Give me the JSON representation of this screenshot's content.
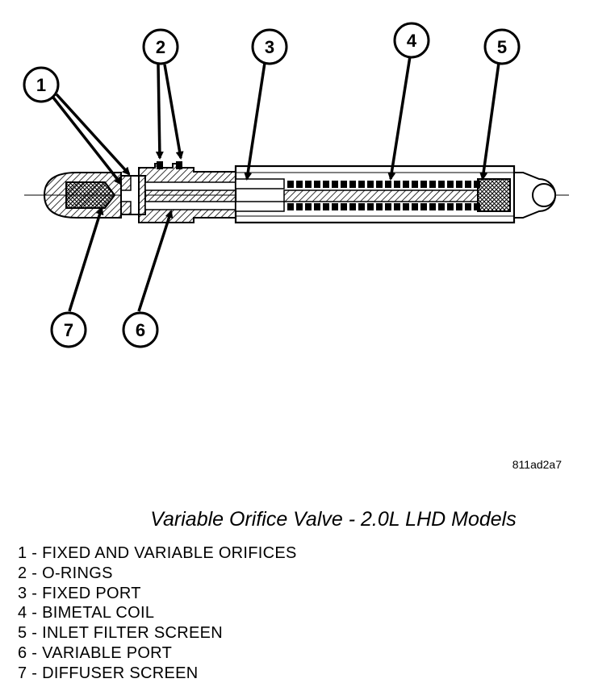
{
  "callouts": [
    {
      "number": "1"
    },
    {
      "number": "2"
    },
    {
      "number": "3"
    },
    {
      "number": "4"
    },
    {
      "number": "5"
    },
    {
      "number": "6"
    },
    {
      "number": "7"
    }
  ],
  "figure_id": "811ad2a7",
  "caption": "Variable Orifice Valve - 2.0L LHD Models",
  "legend": [
    "1 - FIXED AND VARIABLE ORIFICES",
    "2 - O-RINGS",
    "3 - FIXED PORT",
    "4 - BIMETAL COIL",
    "5 - INLET FILTER SCREEN",
    "6 - VARIABLE PORT",
    "7 - DIFFUSER SCREEN"
  ]
}
